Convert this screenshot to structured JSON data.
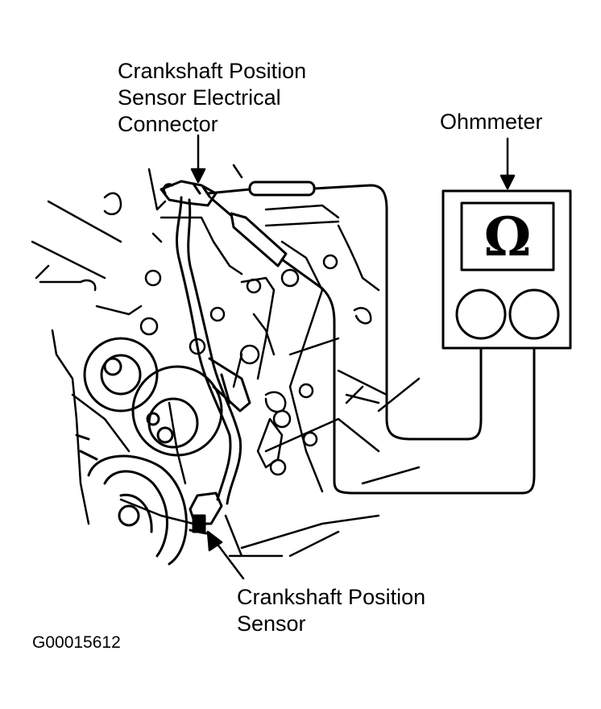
{
  "labels": {
    "connector": [
      "Crankshaft Position",
      "Sensor Electrical",
      "Connector"
    ],
    "ohmmeter": "Ohmmeter",
    "sensor": [
      "Crankshaft Position",
      "Sensor"
    ],
    "figure_code": "G00015612"
  },
  "meter": {
    "symbol": "Ω"
  }
}
